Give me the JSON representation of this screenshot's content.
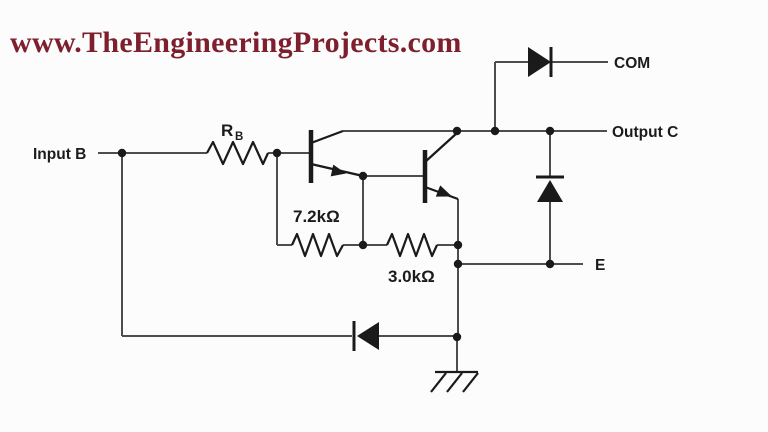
{
  "theme": {
    "background": "#fcfcfc",
    "wire": "#4d4d4d",
    "component": "#1a1a1a",
    "label": "#1b1b1b",
    "watermark": "#7d1f2d"
  },
  "watermark": {
    "text": "www.TheEngineeringProjects.com"
  },
  "circuit": {
    "kind": "schematic",
    "description": "Darlington NPN pair driver stage with base resistor, 7.2k and 3.0k resistors, clamp diodes, COM / Output C / E terminals and chassis ground",
    "labels": {
      "input": "Input B",
      "rb_main": "R",
      "rb_sub": "B",
      "r1": "7.2kΩ",
      "r2": "3.0kΩ",
      "com": "COM",
      "output": "Output C",
      "emitter": "E"
    },
    "components": [
      {
        "id": "rb",
        "type": "resistor",
        "label": "RB"
      },
      {
        "id": "r1",
        "type": "resistor",
        "value": "7.2kΩ"
      },
      {
        "id": "r2",
        "type": "resistor",
        "value": "3.0kΩ"
      },
      {
        "id": "t1",
        "type": "npn-transistor",
        "role": "darlington-input"
      },
      {
        "id": "t2",
        "type": "npn-transistor",
        "role": "darlington-output"
      },
      {
        "id": "d1",
        "type": "diode",
        "connection": "output-rail-to-COM",
        "direction": "right"
      },
      {
        "id": "d2",
        "type": "diode",
        "connection": "E-to-Output-C",
        "direction": "up"
      },
      {
        "id": "d3",
        "type": "diode",
        "connection": "emitter-column-to-input-rail",
        "direction": "left"
      },
      {
        "id": "gnd",
        "type": "chassis-ground"
      }
    ]
  }
}
